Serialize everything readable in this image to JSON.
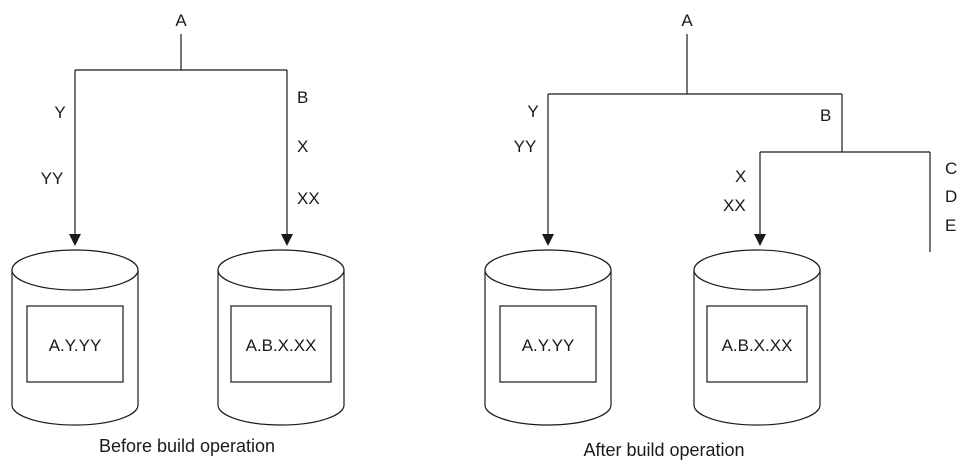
{
  "before": {
    "caption": "Before build operation",
    "root": "A",
    "left_path": [
      "Y",
      "YY"
    ],
    "right_path": [
      "B",
      "X",
      "XX"
    ],
    "datasets": [
      "A.Y.YY",
      "A.B.X.XX"
    ]
  },
  "after": {
    "caption": "After build operation",
    "root": "A",
    "left_path": [
      "Y",
      "YY"
    ],
    "b_label": "B",
    "b_child_path": [
      "X",
      "XX"
    ],
    "new_path": [
      "C",
      "D",
      "E"
    ],
    "datasets": [
      "A.Y.YY",
      "A.B.X.XX"
    ]
  }
}
